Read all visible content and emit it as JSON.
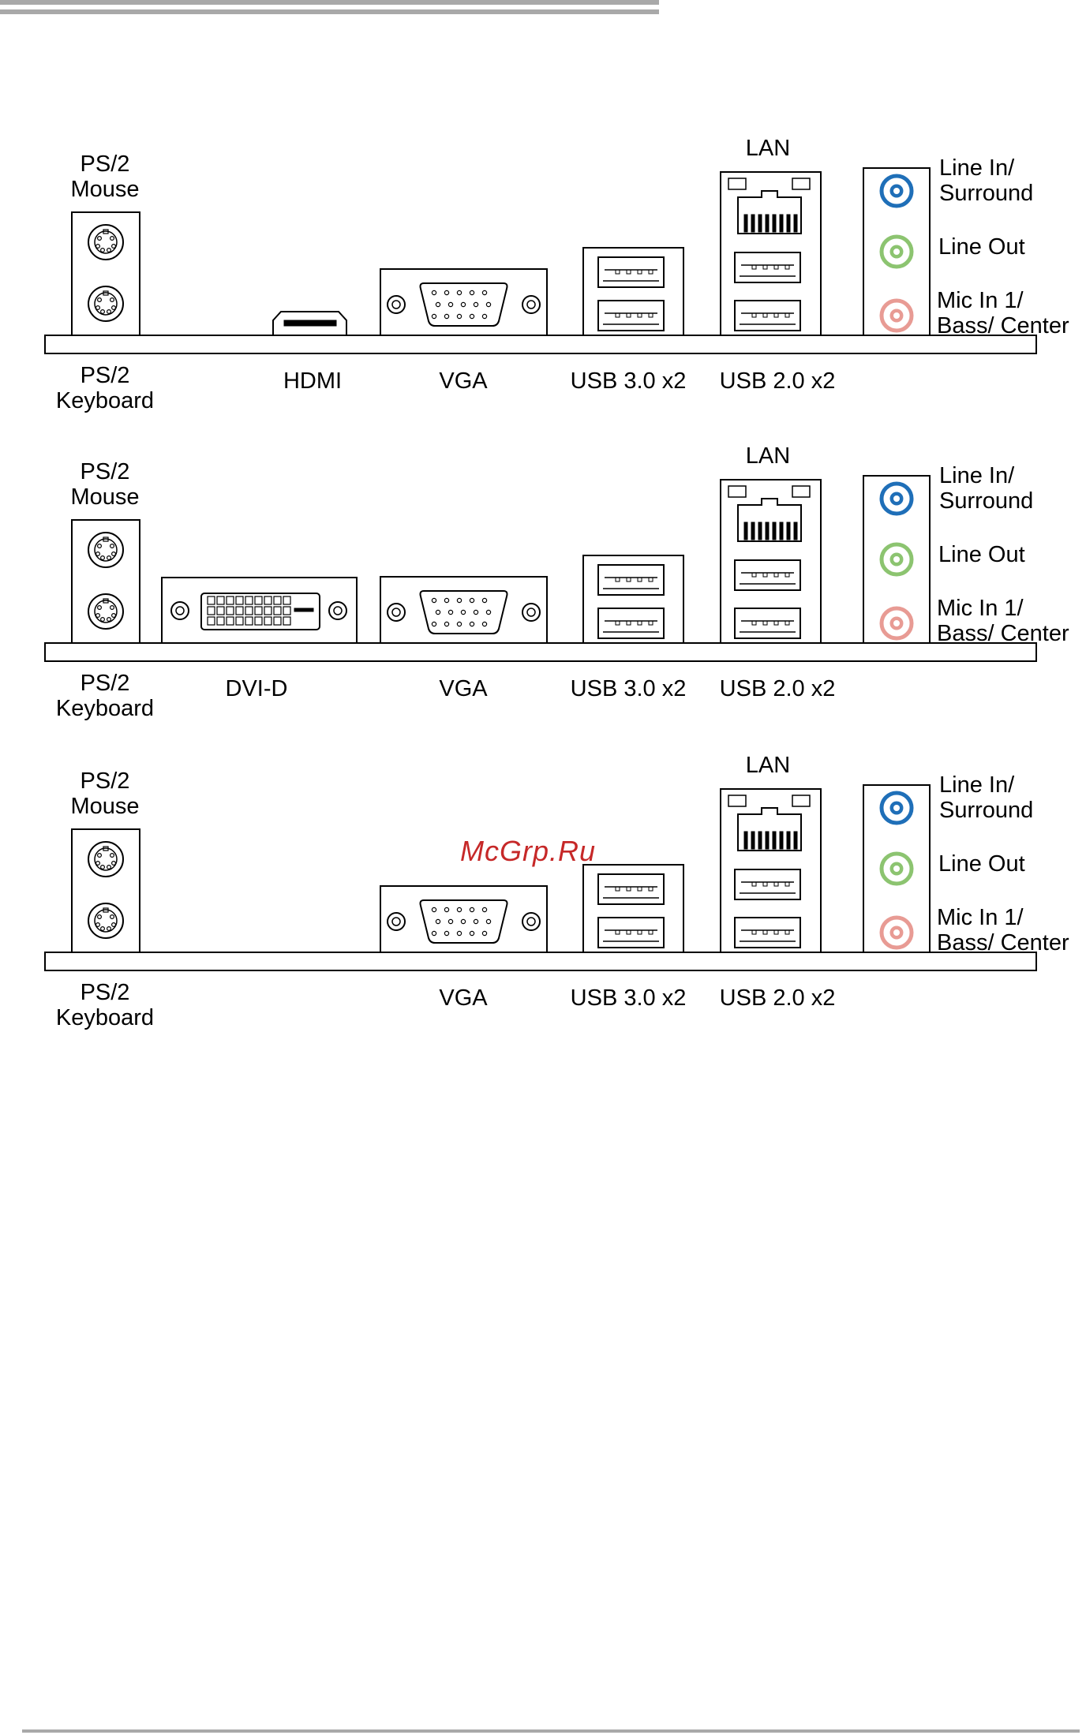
{
  "colors": {
    "rule": "#a9a9a9",
    "line_in": "#1f6fb8",
    "line_out": "#8cc470",
    "mic_in": "#e89b94",
    "watermark": "#c62828"
  },
  "watermark": "McGrp.Ru",
  "panels": [
    {
      "id": "panel-hdmi",
      "ps2_mouse": "PS/2\nMouse",
      "ps2_keyboard": "PS/2\nKeyboard",
      "video_port": "HDMI",
      "vga": "VGA",
      "usb3": "USB 3.0 x2",
      "usb2": "USB 2.0 x2",
      "lan": "LAN",
      "line_in": "Line In/\nSurround",
      "line_out": "Line Out",
      "mic_in": "Mic In 1/\nBass/ Center"
    },
    {
      "id": "panel-dvi",
      "ps2_mouse": "PS/2\nMouse",
      "ps2_keyboard": "PS/2\nKeyboard",
      "video_port": "DVI-D",
      "vga": "VGA",
      "usb3": "USB 3.0 x2",
      "usb2": "USB 2.0 x2",
      "lan": "LAN",
      "line_in": "Line In/\nSurround",
      "line_out": "Line Out",
      "mic_in": "Mic In 1/\nBass/ Center"
    },
    {
      "id": "panel-vga",
      "ps2_mouse": "PS/2\nMouse",
      "ps2_keyboard": "PS/2\nKeyboard",
      "vga": "VGA",
      "usb3": "USB 3.0 x2",
      "usb2": "USB 2.0 x2",
      "lan": "LAN",
      "line_in": "Line In/\nSurround",
      "line_out": "Line Out",
      "mic_in": "Mic In 1/\nBass/ Center"
    }
  ]
}
